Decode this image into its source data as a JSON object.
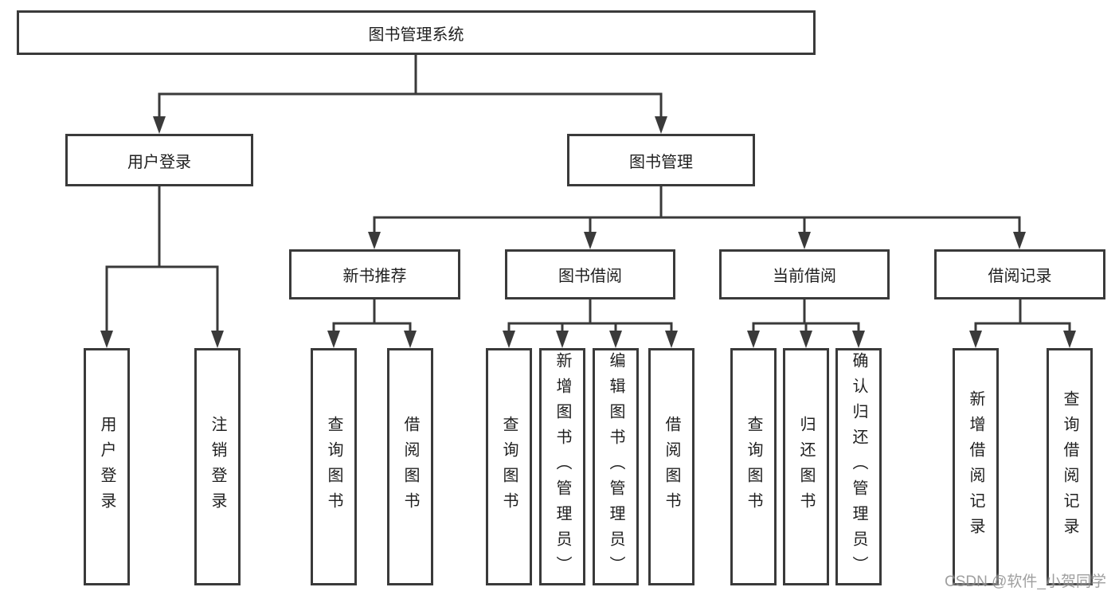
{
  "diagram": {
    "tree": {
      "root": {
        "label": "图书管理系统"
      },
      "branches": [
        {
          "label": "用户登录",
          "children": [
            {
              "label": "用户登录"
            },
            {
              "label": "注销登录"
            }
          ]
        },
        {
          "label": "图书管理",
          "children": [
            {
              "label": "新书推荐",
              "children": [
                {
                  "label": "查询图书"
                },
                {
                  "label": "借阅图书"
                }
              ]
            },
            {
              "label": "图书借阅",
              "children": [
                {
                  "label": "查询图书"
                },
                {
                  "label": "新增图书（管理员）"
                },
                {
                  "label": "编辑图书（管理员）"
                },
                {
                  "label": "借阅图书"
                }
              ]
            },
            {
              "label": "当前借阅",
              "children": [
                {
                  "label": "查询图书"
                },
                {
                  "label": "归还图书"
                },
                {
                  "label": "确认归还（管理员）"
                }
              ]
            },
            {
              "label": "借阅记录",
              "children": [
                {
                  "label": "新增借阅记录"
                },
                {
                  "label": "查询借阅记录"
                }
              ]
            }
          ]
        }
      ]
    },
    "colors": {
      "line": "#3a3a3a",
      "box_border": "#3a3a3a",
      "text": "#1f1f1f",
      "background": "#ffffff",
      "watermark": "#8f8f8f"
    }
  },
  "watermark": {
    "text": "CSDN @软件_小贺同学"
  }
}
